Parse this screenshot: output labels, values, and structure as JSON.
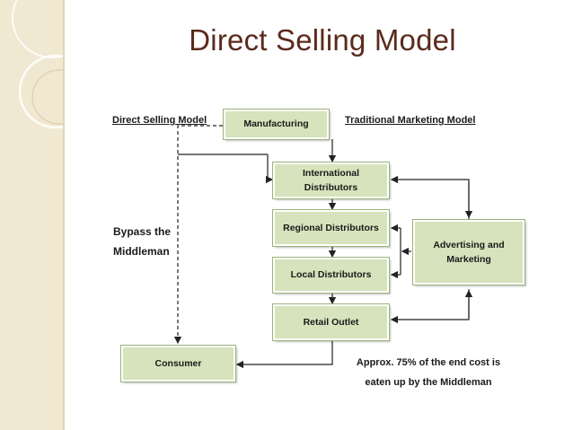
{
  "title": "Direct Selling Model",
  "labels": {
    "direct_model": "Direct Selling Model",
    "traditional_model": "Traditional Marketing Model",
    "bypass_line1": "Bypass the",
    "bypass_line2": "Middleman"
  },
  "nodes": {
    "manufacturing": "Manufacturing",
    "international": "International Distributors",
    "regional": "Regional Distributors",
    "local": "Local Distributors",
    "retail": "Retail Outlet",
    "consumer": "Consumer",
    "advertising_line1": "Advertising and",
    "advertising_line2": "Marketing"
  },
  "note": {
    "line1": "Approx. 75% of the end cost is",
    "line2": "eaten up by the Middleman"
  },
  "colors": {
    "title": "#5b2a1c",
    "node_fill": "#d6e3bc",
    "node_border": "#8ea86a",
    "sidebar": "#f1e8d2"
  }
}
